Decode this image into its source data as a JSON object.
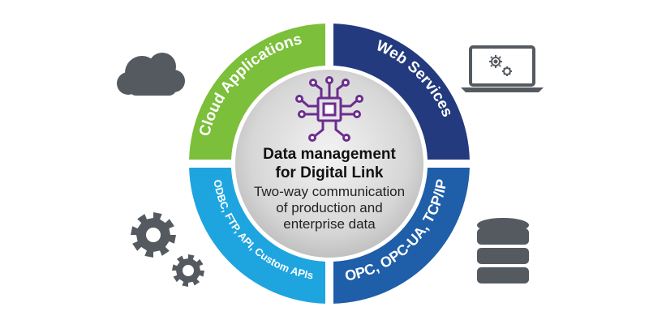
{
  "center": {
    "title_line1": "Data management",
    "title_line2": "for Digital Link",
    "subtitle_line1": "Two-way communication",
    "subtitle_line2": "of production and",
    "subtitle_line3": "enterprise data",
    "icon": "circuit-chip-icon"
  },
  "segments": {
    "cloud_applications": {
      "label": "Cloud Applications",
      "color": "#7bbf3a"
    },
    "web_services": {
      "label": "Web Services",
      "color": "#233a7e"
    },
    "opc": {
      "label": "OPC, OPC-UA, TCP/IP",
      "color": "#1f5ea8"
    },
    "odbc": {
      "label": "ODBC, FTP, API, Custom APIs",
      "color": "#1ea5df"
    }
  },
  "side_icons": {
    "top_left": "cloud-icon",
    "top_right": "laptop-gears-icon",
    "bottom_left": "gears-icon",
    "bottom_right": "database-icon"
  },
  "colors": {
    "icon_gray": "#555a60",
    "chip_purple": "#6b2d8f",
    "center_fill": "#d9d9d9"
  }
}
